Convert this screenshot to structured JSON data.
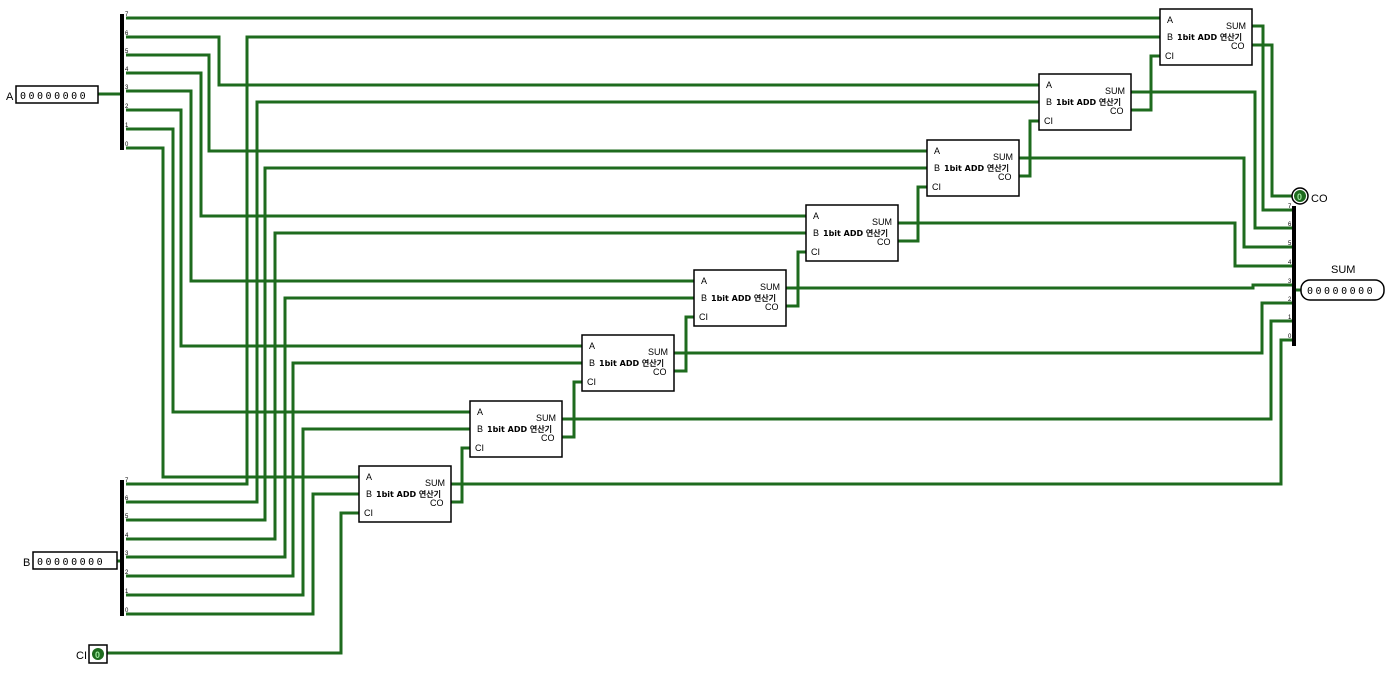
{
  "inputs": {
    "a": {
      "label": "A",
      "value": "00000000"
    },
    "b": {
      "label": "B",
      "value": "00000000"
    },
    "ci": {
      "label": "CI",
      "value": "0"
    }
  },
  "outputs": {
    "sum": {
      "label": "SUM",
      "value": "00000000"
    },
    "co": {
      "label": "CO",
      "value": "0"
    }
  },
  "adder": {
    "title": "1bit ADD 연산기",
    "pin_a": "A",
    "pin_b": "B",
    "pin_ci": "CI",
    "pin_sum": "SUM",
    "pin_co": "CO",
    "count": 8
  },
  "bit_indices": [
    "7",
    "6",
    "5",
    "4",
    "3",
    "2",
    "1",
    "0"
  ],
  "colors": {
    "wire": "#1e6b1e",
    "bus": "#000000"
  }
}
